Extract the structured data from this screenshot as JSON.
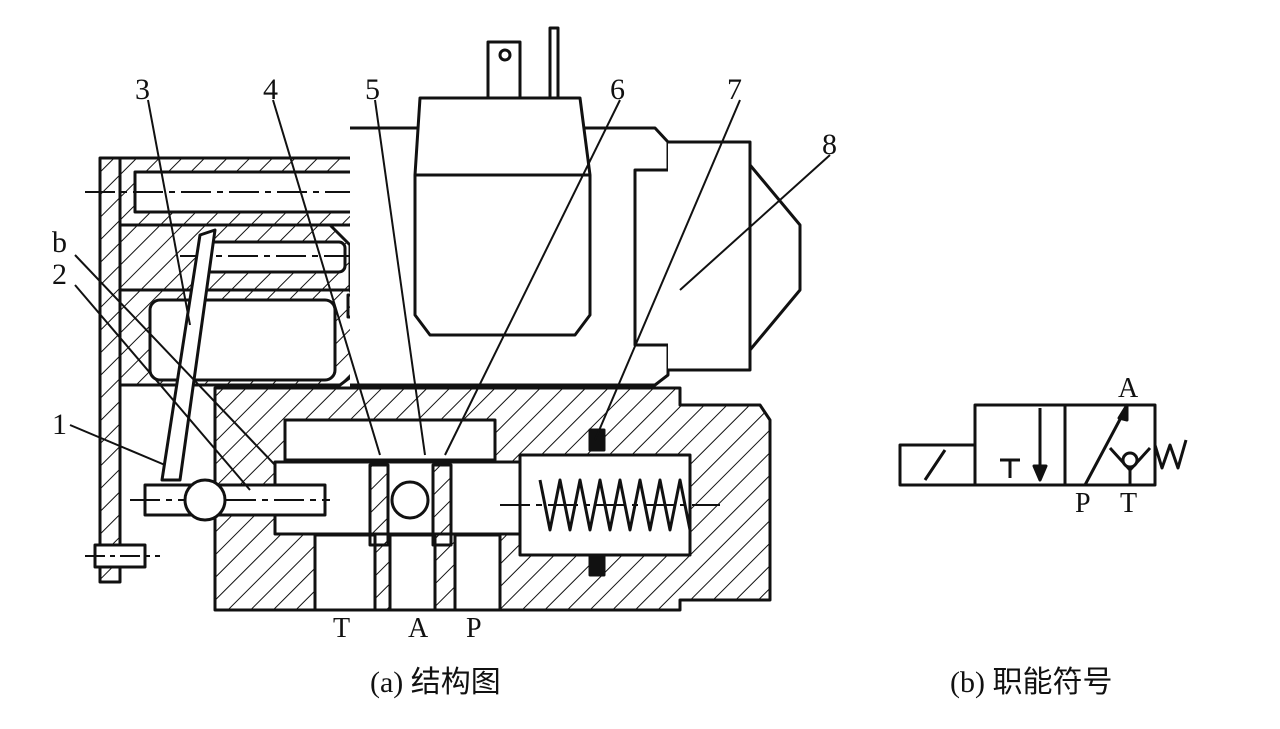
{
  "part_labels": [
    "1",
    "2",
    "3",
    "4",
    "5",
    "6",
    "7",
    "8",
    "b"
  ],
  "ports_a": [
    "T",
    "A",
    "P"
  ],
  "ports_b": {
    "a": "A",
    "p": "P",
    "t": "T"
  },
  "captions": {
    "a": "(a) 结构图",
    "b": "(b) 职能符号"
  }
}
